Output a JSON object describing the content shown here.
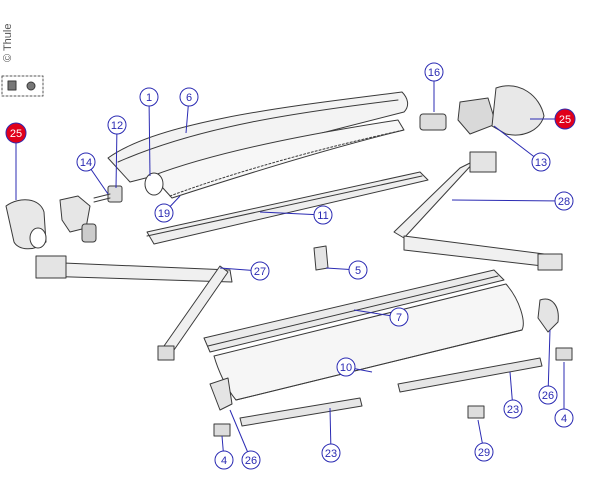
{
  "copyright": "© Thule",
  "colors": {
    "callout": "#2b2bb3",
    "highlight": "#e0001b",
    "line": "#3a3a3a",
    "shade": "#e6e6e6"
  },
  "callouts": [
    {
      "label": "1",
      "highlight": false
    },
    {
      "label": "6",
      "highlight": false
    },
    {
      "label": "12",
      "highlight": false
    },
    {
      "label": "14",
      "highlight": false
    },
    {
      "label": "19",
      "highlight": false
    },
    {
      "label": "11",
      "highlight": false
    },
    {
      "label": "16",
      "highlight": false
    },
    {
      "label": "13",
      "highlight": false
    },
    {
      "label": "28",
      "highlight": false
    },
    {
      "label": "27",
      "highlight": false
    },
    {
      "label": "5",
      "highlight": false
    },
    {
      "label": "7",
      "highlight": false
    },
    {
      "label": "10",
      "highlight": false
    },
    {
      "label": "23",
      "highlight": false
    },
    {
      "label": "23",
      "highlight": false
    },
    {
      "label": "26",
      "highlight": false
    },
    {
      "label": "26",
      "highlight": false
    },
    {
      "label": "4",
      "highlight": false
    },
    {
      "label": "4",
      "highlight": false
    },
    {
      "label": "29",
      "highlight": false
    },
    {
      "label": "25",
      "highlight": true
    },
    {
      "label": "25",
      "highlight": true
    }
  ]
}
